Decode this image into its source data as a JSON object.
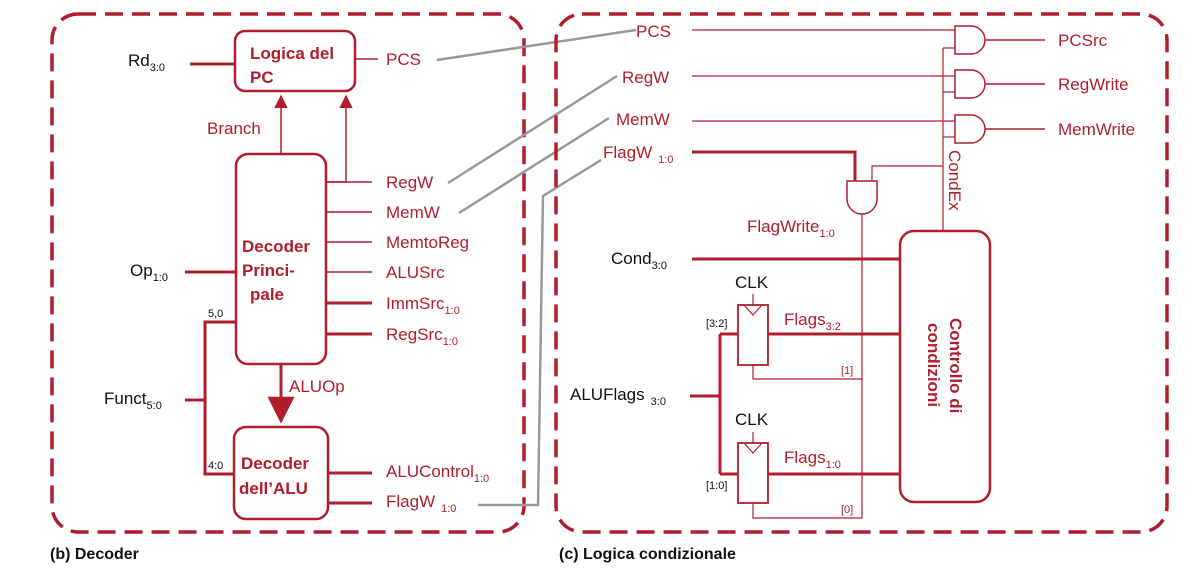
{
  "colors": {
    "accent": "#b01e2e",
    "wire_gray": "#9a9a9a",
    "text": "#111111"
  },
  "captions": {
    "decoder": "(b) Decoder",
    "conditional": "(c) Logica condizionale"
  },
  "decoder": {
    "pc_logic": {
      "line1": "Logica del",
      "line2": "PC"
    },
    "main_decoder": {
      "line1": "Decoder",
      "line2": "Princi-",
      "line3": "pale"
    },
    "alu_decoder": {
      "line1": "Decoder",
      "line2": "dell’ALU"
    },
    "inputs": {
      "rd": {
        "base": "Rd",
        "sub": "3:0"
      },
      "op": {
        "base": "Op",
        "sub": "1:0"
      },
      "funct": {
        "base": "Funct",
        "sub": "5:0"
      },
      "bits_5_0": "5,0",
      "bits_4_0": "4:0"
    },
    "signals": {
      "pcs": "PCS",
      "branch": "Branch",
      "regw": "RegW",
      "memw": "MemW",
      "memtoreg": "MemtoReg",
      "alusrc": "ALUSrc",
      "immsrc": {
        "base": "ImmSrc",
        "sub": "1:0"
      },
      "regsrc": {
        "base": "RegSrc",
        "sub": "1:0"
      },
      "aluop": "ALUOp",
      "alucontrol": {
        "base": "ALUControl",
        "sub": "1:0"
      },
      "flagw": {
        "base": "FlagW",
        "sub": "1:0"
      }
    }
  },
  "conditional": {
    "inputs": {
      "pcs": "PCS",
      "regw": "RegW",
      "memw": "MemW",
      "flagw": {
        "base": "FlagW",
        "sub": "1:0"
      },
      "cond": {
        "base": "Cond",
        "sub": "3:0"
      },
      "aluflags": {
        "base": "ALUFlags",
        "sub": "3:0"
      }
    },
    "outputs": {
      "pcsrc": "PCSrc",
      "regwrite": "RegWrite",
      "memwrite": "MemWrite"
    },
    "internal": {
      "condex": "CondEx",
      "flagwrite": {
        "base": "FlagWrite",
        "sub": "1:0"
      },
      "clk1": "CLK",
      "clk2": "CLK",
      "flags32": {
        "base": "Flags",
        "sub": "3:2"
      },
      "flags10": {
        "base": "Flags",
        "sub": "1:0"
      },
      "bits_3_2": "[3:2]",
      "bits_1_0": "[1:0]",
      "bit_1": "[1]",
      "bit_0": "[0]"
    },
    "condition_check": {
      "line1": "Controllo di",
      "line2": "condizioni"
    }
  }
}
